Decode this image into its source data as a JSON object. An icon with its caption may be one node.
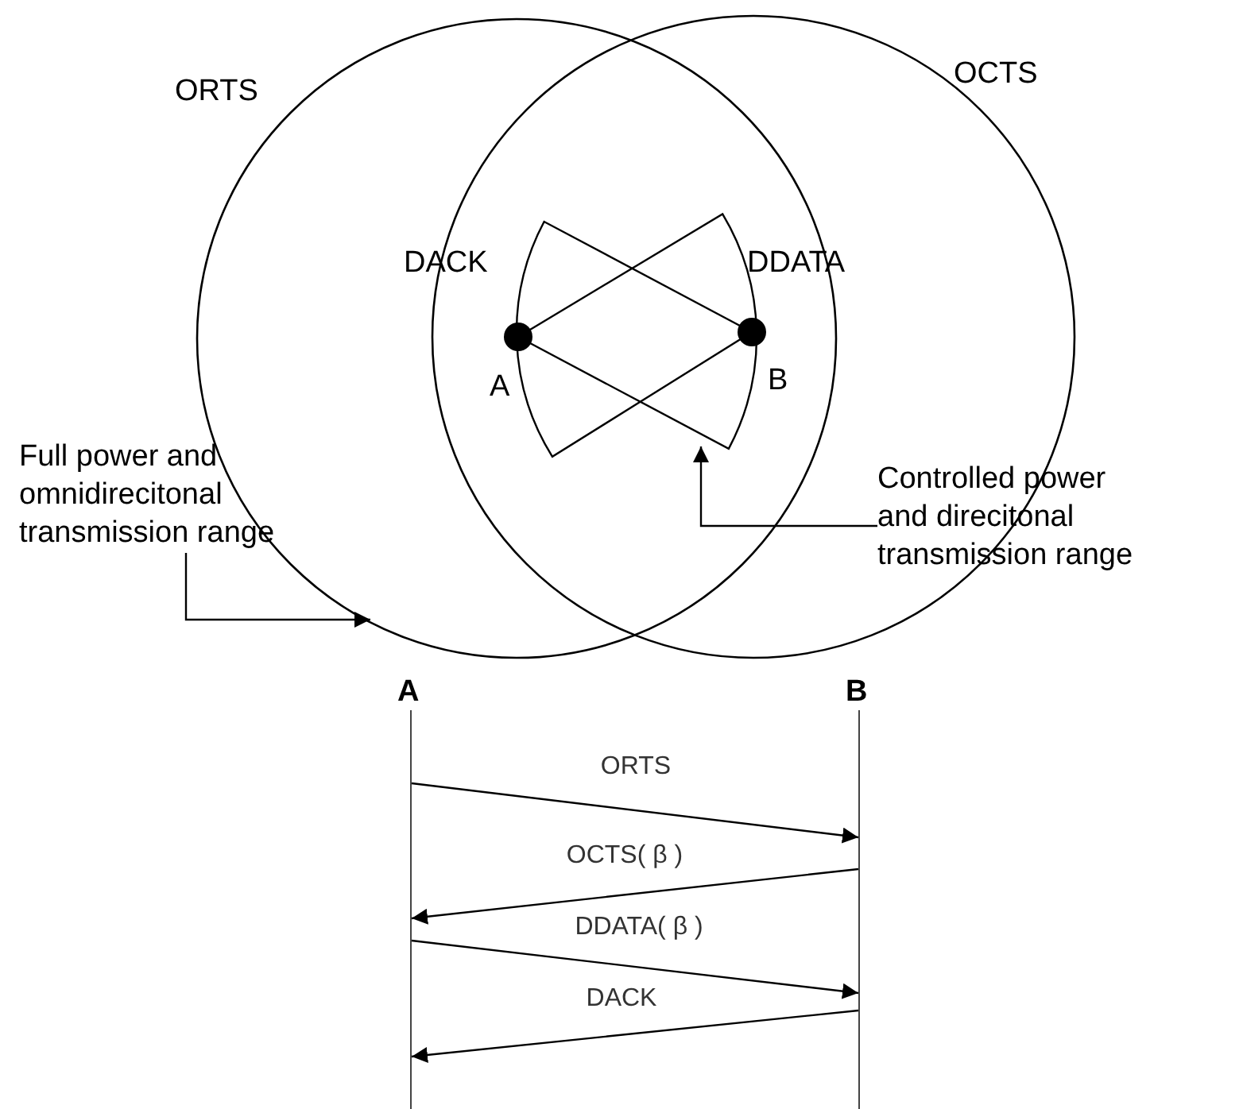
{
  "diagram": {
    "nodes": [
      {
        "text": [
          "ORTS"
        ]
      },
      {
        "text": [
          "OCTS"
        ]
      },
      {
        "text": [],
        "shape": "sector"
      },
      {
        "text": [],
        "shape": "sector"
      },
      {
        "text": [],
        "shape": "circle"
      },
      {
        "text": [],
        "shape": "circle"
      },
      {
        "text": [
          "Full power and omnidirecitonal transmission range"
        ]
      },
      {
        "text": [
          "Controlled power and direcitonal transmission range"
        ]
      },
      {
        "text": [],
        "shape": "bar",
        "beside": [
          "A"
        ]
      },
      {
        "text": [],
        "shape": "bar",
        "beside": [
          "B"
        ]
      }
    ],
    "edges": [
      {
        "from": 6,
        "to": 0,
        "arrow": "to"
      },
      {
        "from": 7,
        "to": 3,
        "arrow": "to"
      },
      {
        "from": 8,
        "to": 9,
        "arrow": "to",
        "label": "ORTS"
      },
      {
        "from": 9,
        "to": 8,
        "arrow": "to",
        "label": "OCTS( β )"
      },
      {
        "from": 8,
        "to": 9,
        "arrow": "to",
        "label": "DDATA( β )"
      },
      {
        "from": 9,
        "to": 8,
        "arrow": "to",
        "label": "DACK"
      }
    ],
    "labels": [
      "DACK",
      "DDATA",
      "A",
      "B"
    ]
  }
}
